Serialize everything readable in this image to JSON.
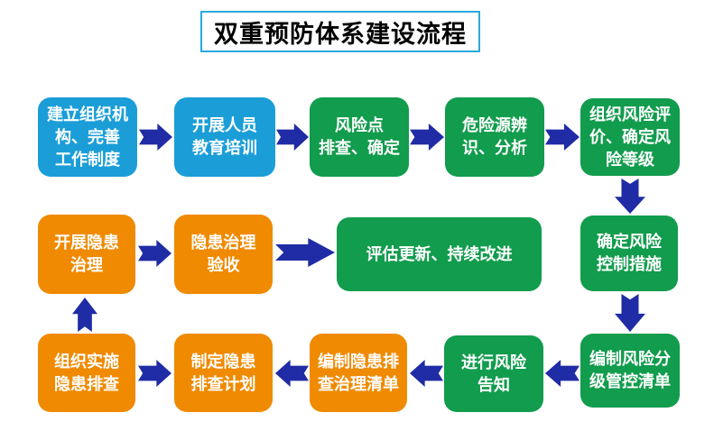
{
  "title": "双重预防体系建设流程",
  "colors": {
    "blue": "#1b9ed8",
    "green": "#129c4d",
    "orange": "#f08a00",
    "arrow": "#202ca5",
    "title_border": "#2aa9e0"
  },
  "nodes": {
    "establish_org": {
      "label": [
        "建立组织机",
        "构、完善",
        "工作制度"
      ],
      "color": "blue"
    },
    "training": {
      "label": [
        "开展人员",
        "教育培训"
      ],
      "color": "blue"
    },
    "risk_points": {
      "label": [
        "风险点",
        "排查、确定"
      ],
      "color": "green"
    },
    "hazard_identify": {
      "label": [
        "危险源辨",
        "识、分析"
      ],
      "color": "green"
    },
    "risk_evaluate": {
      "label": [
        "组织风险评",
        "价、确定风",
        "险等级"
      ],
      "color": "green"
    },
    "risk_control": {
      "label": [
        "确定风险",
        "控制措施"
      ],
      "color": "green"
    },
    "grading_list": {
      "label": [
        "编制风险分",
        "级管控清单"
      ],
      "color": "green"
    },
    "risk_notify": {
      "label": [
        "进行风险",
        "告知"
      ],
      "color": "green"
    },
    "hidden_list": {
      "label": [
        "编制隐患排",
        "查治理清单"
      ],
      "color": "orange"
    },
    "inspection_plan": {
      "label": [
        "制定隐患",
        "排查计划"
      ],
      "color": "orange"
    },
    "implement": {
      "label": [
        "组织实施",
        "隐患排查"
      ],
      "color": "orange"
    },
    "treatment": {
      "label": [
        "开展隐患",
        "治理"
      ],
      "color": "orange"
    },
    "acceptance": {
      "label": [
        "隐患治理",
        "验收"
      ],
      "color": "orange"
    },
    "evaluate_update": {
      "label": [
        "评估更新、持续改进"
      ],
      "color": "green"
    }
  }
}
